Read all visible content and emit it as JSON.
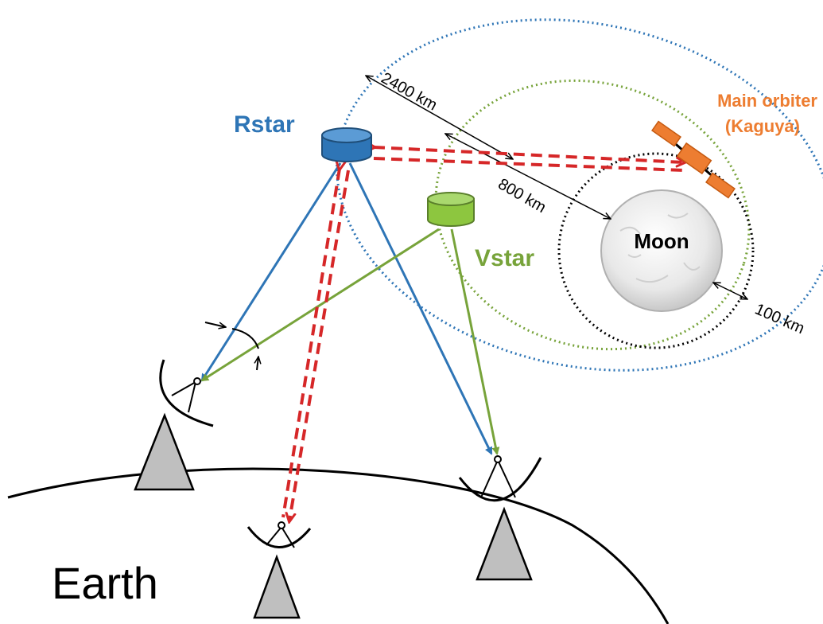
{
  "labels": {
    "rstar": "Rstar",
    "vstar": "Vstar",
    "moon": "Moon",
    "earth": "Earth",
    "main_orbiter_line1": "Main orbiter",
    "main_orbiter_line2": "(Kaguya)",
    "distance_2400": "2400 km",
    "distance_800": "800 km",
    "distance_100": "100 km"
  },
  "colors": {
    "rstar": "#2e75b6",
    "vstar": "#77a33a",
    "orbiter": "#ed7d31",
    "relay_link": "#d62728",
    "black": "#000000",
    "moon_fill": "#e6e6e6",
    "antenna_fill": "#bfbfbf"
  },
  "icons": {
    "rstar": "cylinder-satellite",
    "vstar": "cylinder-satellite",
    "orbiter": "spacecraft",
    "ground_station": "dish-antenna"
  }
}
